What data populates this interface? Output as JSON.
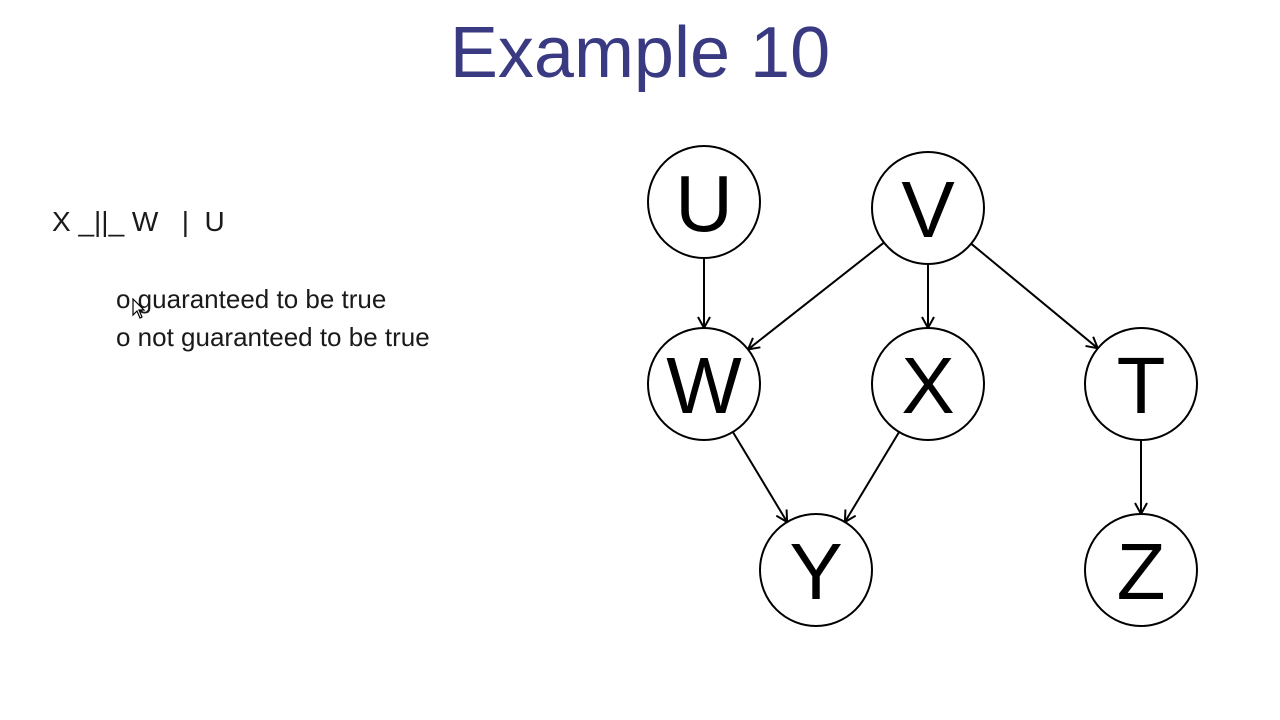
{
  "title": "Example 10",
  "statement": "X _||_ W   |  U",
  "options": [
    {
      "label": "o guaranteed to be true"
    },
    {
      "label": "o not guaranteed to be true"
    }
  ],
  "graph": {
    "nodes": [
      {
        "id": "U",
        "label": "U"
      },
      {
        "id": "V",
        "label": "V"
      },
      {
        "id": "W",
        "label": "W"
      },
      {
        "id": "X",
        "label": "X"
      },
      {
        "id": "T",
        "label": "T"
      },
      {
        "id": "Y",
        "label": "Y"
      },
      {
        "id": "Z",
        "label": "Z"
      }
    ],
    "edges": [
      {
        "from": "U",
        "to": "W"
      },
      {
        "from": "V",
        "to": "W"
      },
      {
        "from": "V",
        "to": "X"
      },
      {
        "from": "V",
        "to": "T"
      },
      {
        "from": "W",
        "to": "Y"
      },
      {
        "from": "X",
        "to": "Y"
      },
      {
        "from": "T",
        "to": "Z"
      }
    ]
  },
  "colors": {
    "title": "#3a3a82",
    "text": "#1a1a1a",
    "node_stroke": "#000000"
  }
}
